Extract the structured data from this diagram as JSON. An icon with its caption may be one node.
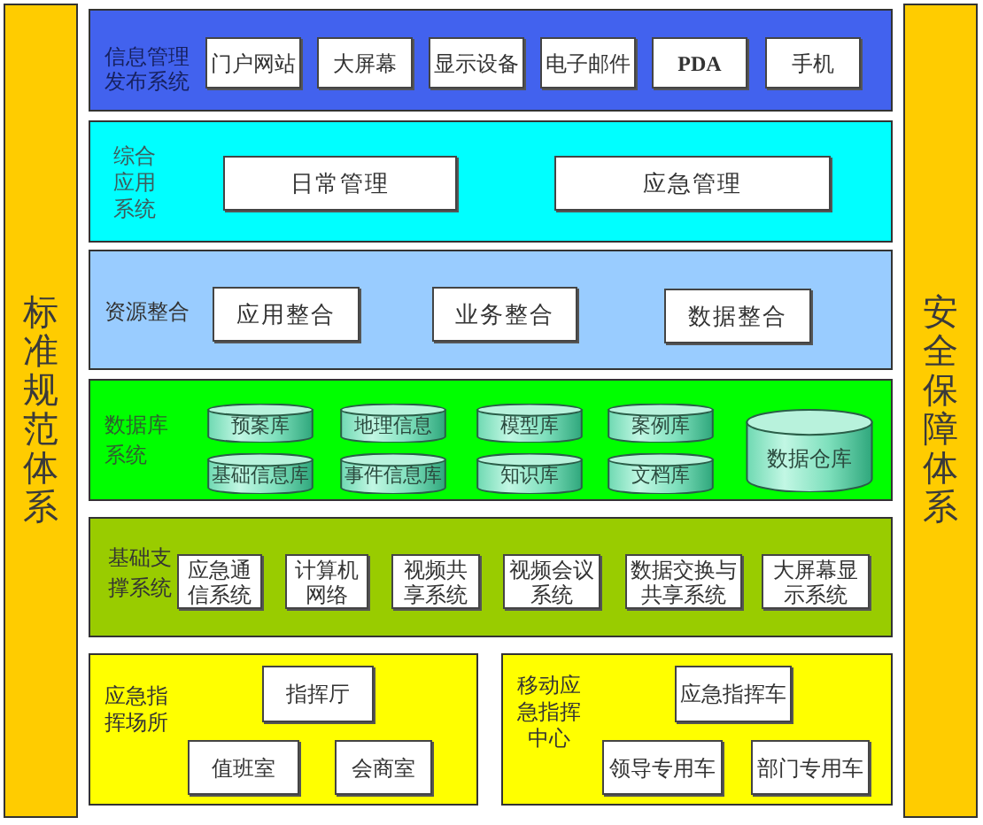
{
  "diagram": {
    "nodes": [
      {
        "text": [
          "标准规范体系"
        ]
      },
      {
        "text": [
          "信息管理发布系统"
        ]
      },
      {
        "text": [
          "门户网站"
        ],
        "in": 1
      },
      {
        "text": [
          "大屏幕"
        ],
        "in": 1
      },
      {
        "text": [
          "显示设备"
        ],
        "in": 1
      },
      {
        "text": [
          "电子邮件"
        ],
        "in": 1
      },
      {
        "text": [
          "PDA"
        ],
        "in": 1
      },
      {
        "text": [
          "手机"
        ],
        "in": 1
      },
      {
        "text": [
          "综合应用系统"
        ]
      },
      {
        "text": [
          "日常管理"
        ],
        "in": 8
      },
      {
        "text": [
          "应急管理"
        ],
        "in": 8
      },
      {
        "text": [
          "资源整合"
        ]
      },
      {
        "text": [
          "应用整合"
        ],
        "in": 11
      },
      {
        "text": [
          "业务整合"
        ],
        "in": 11
      },
      {
        "text": [
          "数据整合"
        ],
        "in": 11
      },
      {
        "text": [
          "数据库系统"
        ]
      },
      {
        "text": [
          "预案库"
        ],
        "in": 15
      },
      {
        "text": [
          "地理信息"
        ],
        "in": 15
      },
      {
        "text": [
          "模型库"
        ],
        "in": 15
      },
      {
        "text": [
          "案例库"
        ],
        "in": 15
      },
      {
        "text": [
          "基础信息库"
        ],
        "in": 15
      },
      {
        "text": [
          "事件信息库"
        ],
        "in": 15
      },
      {
        "text": [
          "知识库"
        ],
        "in": 15
      },
      {
        "text": [
          "文档库"
        ],
        "in": 15
      },
      {
        "text": [
          "数据仓库"
        ],
        "in": 15
      },
      {
        "text": [
          "基础支撑系统"
        ]
      },
      {
        "text": [
          "应急通信系统"
        ],
        "in": 25
      },
      {
        "text": [
          "计算机网络"
        ],
        "in": 25
      },
      {
        "text": [
          "视频共享系统"
        ],
        "in": 25
      },
      {
        "text": [
          "视频会议系统"
        ],
        "in": 25
      },
      {
        "text": [
          "数据交换与共享系统"
        ],
        "in": 25
      },
      {
        "text": [
          "大屏幕显示系统"
        ],
        "in": 25
      },
      {
        "text": [
          "应急指挥场所"
        ]
      },
      {
        "text": [
          "指挥厅"
        ],
        "in": 32
      },
      {
        "text": [
          "值班室"
        ],
        "in": 32
      },
      {
        "text": [
          "会商室"
        ],
        "in": 32
      },
      {
        "text": [
          "移动应急指挥中心"
        ]
      },
      {
        "text": [
          "应急指挥车"
        ],
        "in": 36
      },
      {
        "text": [
          "领导专用车"
        ],
        "in": 36
      },
      {
        "text": [
          "部门专用车"
        ],
        "in": 36
      },
      {
        "text": [
          "安全保障体系"
        ]
      }
    ]
  }
}
